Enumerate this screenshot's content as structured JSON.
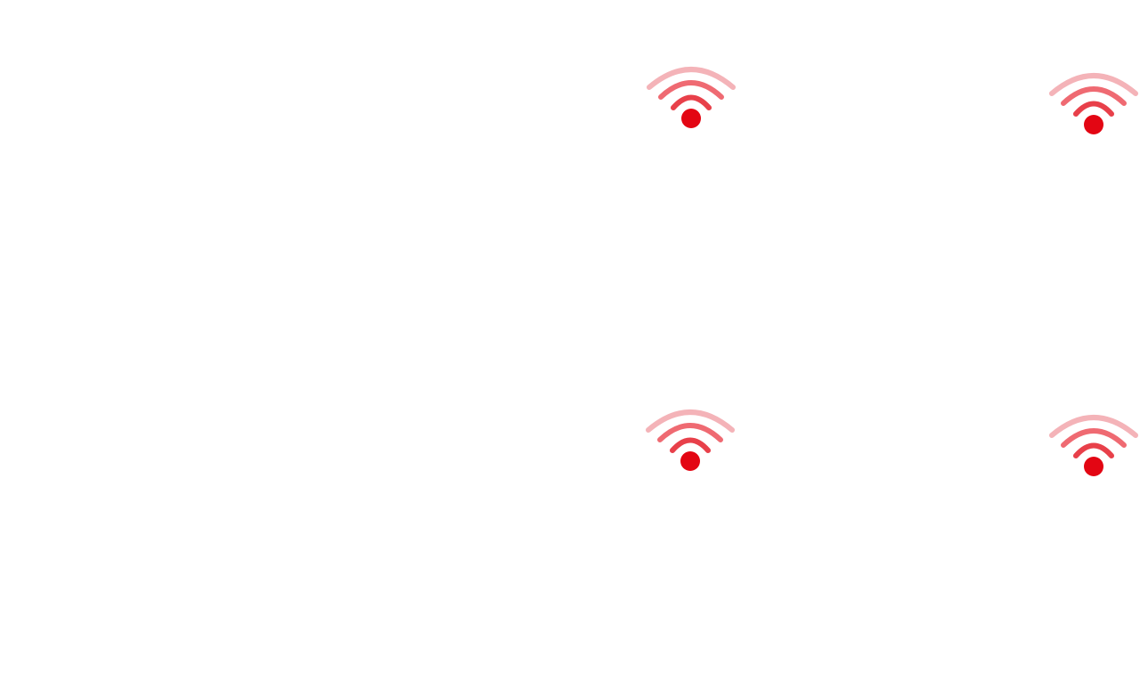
{
  "icons": [
    {
      "name": "wifi-signal-icon",
      "status": "no-connection"
    },
    {
      "name": "wifi-signal-icon",
      "status": "no-connection"
    },
    {
      "name": "wifi-signal-icon",
      "status": "no-connection"
    },
    {
      "name": "wifi-signal-icon",
      "status": "no-connection"
    }
  ],
  "colors": {
    "outer_arc": "#f4b3b8",
    "middle_arc": "#ef6a72",
    "inner_arc": "#e8404a",
    "dot": "#e30613",
    "background": "#ffffff"
  }
}
